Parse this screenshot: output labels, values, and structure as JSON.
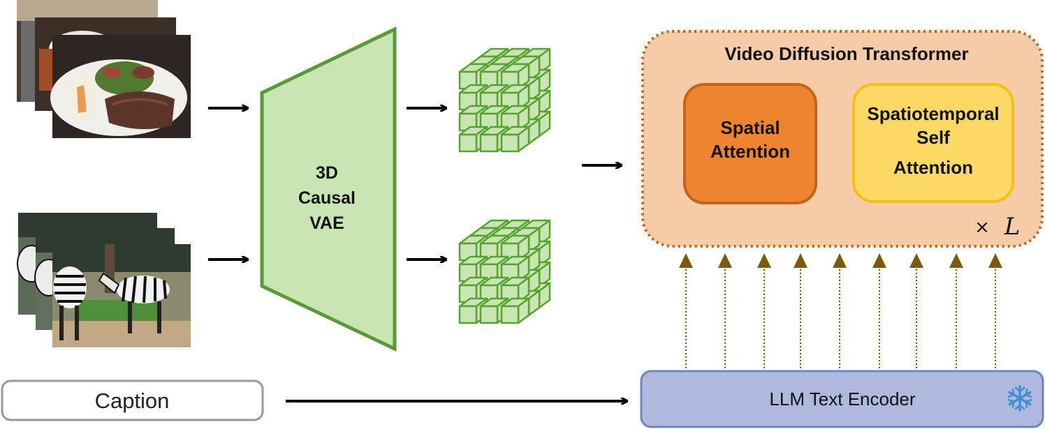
{
  "vae": {
    "line1": "3D",
    "line2": "Causal",
    "line3": "VAE"
  },
  "dit": {
    "title": "Video Diffusion Transformer",
    "spatial": {
      "line1": "Spatial",
      "line2": "Attention"
    },
    "spatiotemporal": {
      "line1": "Spatiotemporal",
      "line2": "Self",
      "line3": "Attention"
    },
    "repeat": "L"
  },
  "caption": {
    "label": "Caption"
  },
  "text_encoder": {
    "label": "LLM Text Encoder",
    "frozen_icon": "snowflake-icon"
  },
  "image_groups": [
    {
      "name": "food-photo-stack",
      "subject": "plate of food"
    },
    {
      "name": "zebra-photo-stack",
      "subject": "zebras"
    }
  ],
  "colors": {
    "vae_fill": "#c8e5b3",
    "vae_stroke": "#5a9a35",
    "cube_fill": "#c8e5b3",
    "cube_stroke": "#56a332",
    "dit_fill": "#f6cba8",
    "dit_border": "#c0641f",
    "spatial_fill": "#ee8430",
    "spatial_border": "#c5631a",
    "spatiotemporal_fill": "#fcd964",
    "spatiotemporal_border": "#f6bf14",
    "encoder_fill": "#aeb9dd",
    "encoder_border": "#6a84c4",
    "cond_arrow": "#7a5b0c",
    "snowflake": "#3f8ed8"
  }
}
